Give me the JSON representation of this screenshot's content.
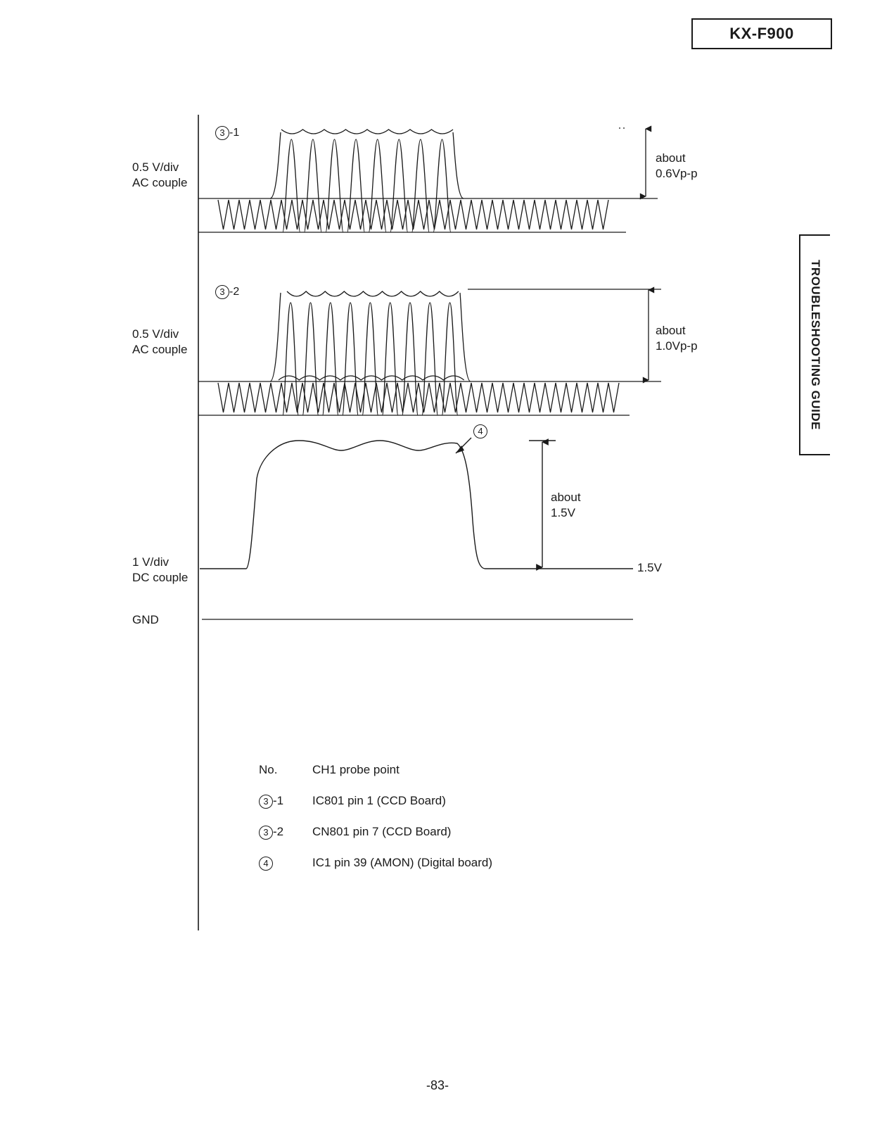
{
  "header": {
    "model": "KX-F900"
  },
  "side_tab": {
    "label": "TROUBLESHOOTING GUIDE"
  },
  "channels": [
    {
      "id": "3-1",
      "tag_num": "3",
      "tag_suffix": "-1",
      "scale": "0.5 V/div",
      "coupling": "AC couple",
      "amplitude_line1": "about",
      "amplitude_line2": "0.6Vp-p"
    },
    {
      "id": "3-2",
      "tag_num": "3",
      "tag_suffix": "-2",
      "scale": "0.5 V/div",
      "coupling": "AC couple",
      "amplitude_line1": "about",
      "amplitude_line2": "1.0Vp-p"
    },
    {
      "id": "4",
      "tag_num": "4",
      "tag_suffix": "",
      "scale": "1 V/div",
      "coupling": "DC couple",
      "amplitude_line1": "about",
      "amplitude_line2": "1.5V",
      "level_label": "1.5V"
    }
  ],
  "gnd_label": "GND",
  "probe_table": {
    "header_no": "No.",
    "header_point": "CH1 probe point",
    "rows": [
      {
        "num": "3",
        "suffix": "-1",
        "point": "IC801 pin 1 (CCD Board)"
      },
      {
        "num": "3",
        "suffix": "-2",
        "point": "CN801 pin 7 (CCD Board)"
      },
      {
        "num": "4",
        "suffix": "",
        "point": "IC1 pin 39 (AMON) (Digital board)"
      }
    ]
  },
  "page_number": "-83-"
}
